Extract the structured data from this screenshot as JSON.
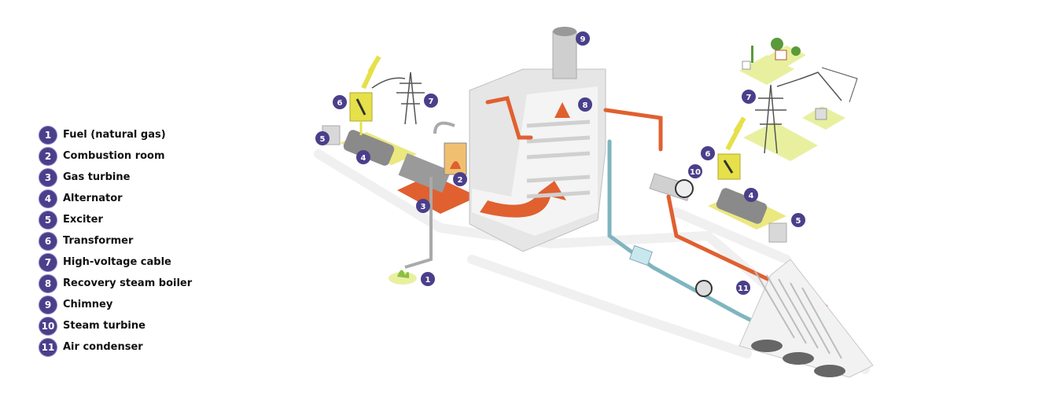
{
  "legend": [
    {
      "num": "1",
      "label": "Fuel (natural gas)"
    },
    {
      "num": "2",
      "label": "Combustion room"
    },
    {
      "num": "3",
      "label": "Gas turbine"
    },
    {
      "num": "4",
      "label": "Alternator"
    },
    {
      "num": "5",
      "label": "Exciter"
    },
    {
      "num": "6",
      "label": "Transformer"
    },
    {
      "num": "7",
      "label": "High-voltage cable"
    },
    {
      "num": "8",
      "label": "Recovery steam boiler"
    },
    {
      "num": "9",
      "label": "Chimney"
    },
    {
      "num": "10",
      "label": "Steam turbine"
    },
    {
      "num": "11",
      "label": "Air condenser"
    }
  ],
  "colors": {
    "marker": "#4a3f8a",
    "hot_flow": "#e06030",
    "water_flow": "#7fb5c0",
    "equipment_yellow": "#e6e04a",
    "ground": "#f0f0f0",
    "grass": "#e8f0a0"
  }
}
